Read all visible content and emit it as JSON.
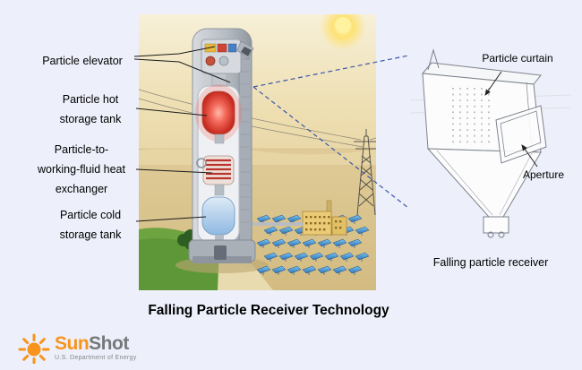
{
  "slide": {
    "title": "Falling Particle Receiver Technology"
  },
  "left_labels": [
    {
      "text": "Particle elevator"
    },
    {
      "text": "Particle hot\nstorage tank"
    },
    {
      "text": "Particle-to-\nworking-fluid heat\nexchanger"
    },
    {
      "text": "Particle cold\nstorage tank"
    }
  ],
  "inset": {
    "curtain_label": "Particle curtain",
    "aperture_label": "Aperture",
    "caption": "Falling particle receiver"
  },
  "logo": {
    "sun": "Sun",
    "shot": "Shot",
    "tagline": "U.S. Department of Energy"
  },
  "colors": {
    "background": "#edeffa",
    "dashed_link_blue": "#3a57a8",
    "hot_tank_red": "#d0352a",
    "cold_tank_blue": "#8fb9e2",
    "heliostat_blue": "#2f74b8",
    "logo_orange": "#f7941d",
    "logo_gray": "#77787b"
  },
  "icons": {
    "logo_icon": "sun-rays"
  }
}
